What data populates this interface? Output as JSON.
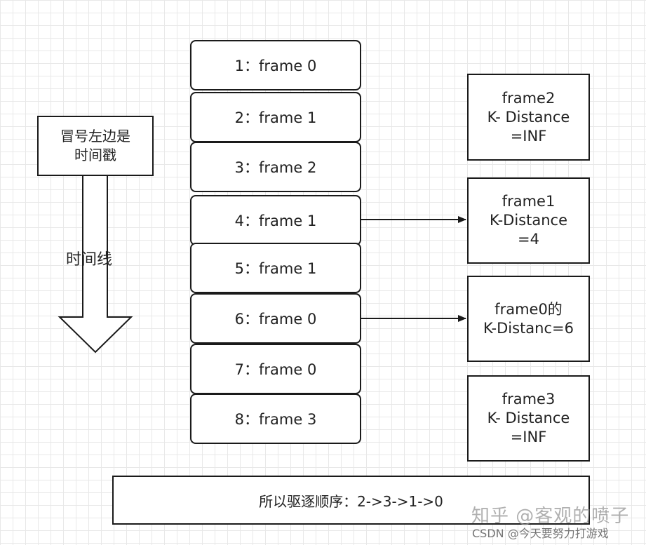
{
  "legend": {
    "line1": "冒号左边是",
    "line2": "时间戳"
  },
  "timeline_label": "时间线",
  "frames": [
    {
      "label": "1：frame 0"
    },
    {
      "label": "2：frame 1"
    },
    {
      "label": "3：frame 2"
    },
    {
      "label": "4：frame 1"
    },
    {
      "label": "5：frame 1"
    },
    {
      "label": "6：frame 0"
    },
    {
      "label": "7：frame 0"
    },
    {
      "label": "8：frame 3"
    }
  ],
  "k_boxes": [
    {
      "lines": [
        "frame2",
        "K- Distance",
        "=INF"
      ]
    },
    {
      "lines": [
        "frame1",
        "K-Distance",
        "=4"
      ]
    },
    {
      "lines": [
        "frame0的",
        "K-Distanc=6"
      ]
    },
    {
      "lines": [
        "frame3",
        "K- Distance",
        "=INF"
      ]
    }
  ],
  "summary": "所以驱逐顺序：2->3->1->0",
  "watermark": {
    "line1": "知乎 @客观的喷子",
    "line2": "CSDN @今天要努力打游戏"
  }
}
